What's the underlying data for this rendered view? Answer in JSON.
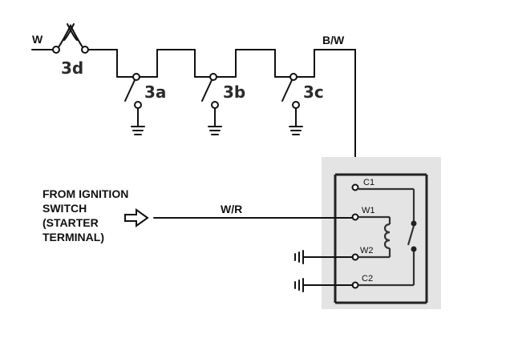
{
  "wires": {
    "w": "W",
    "bw": "B/W",
    "wr": "W/R"
  },
  "switches": {
    "s3d": "3d",
    "s3a": "3a",
    "s3b": "3b",
    "s3c": "3c"
  },
  "relay": {
    "c1": "C1",
    "w1": "W1",
    "w2": "W2",
    "c2": "C2"
  },
  "source_note": {
    "line1": "FROM IGNITION",
    "line2": "SWITCH",
    "line3": "(STARTER",
    "line4": "TERMINAL)"
  },
  "colors": {
    "wire": "#111111",
    "relay_panel": "#e4e4e4"
  }
}
